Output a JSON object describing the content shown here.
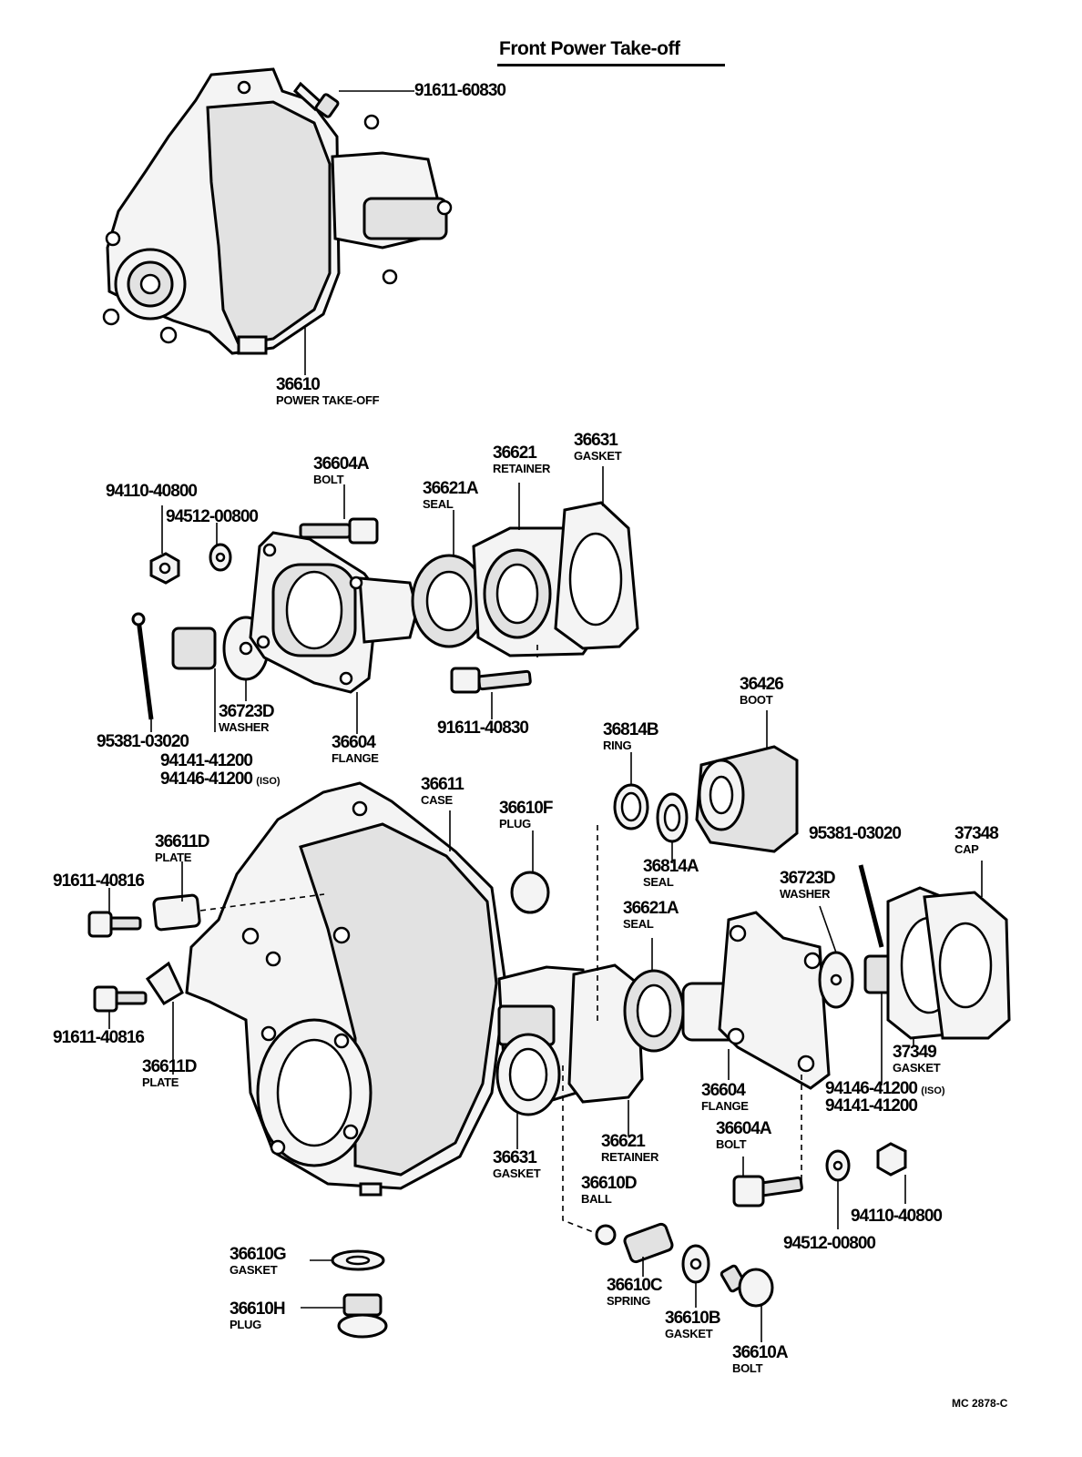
{
  "title": "Front Power Take-off",
  "drawing_code": "MC 2878-C",
  "labels": [
    {
      "id": "l01",
      "pn": "91611-60830",
      "name": ""
    },
    {
      "id": "l02",
      "pn": "36610",
      "name": "POWER TAKE-OFF"
    },
    {
      "id": "l03",
      "pn": "36604A",
      "name": "BOLT"
    },
    {
      "id": "l04",
      "pn": "36621",
      "name": "RETAINER"
    },
    {
      "id": "l05",
      "pn": "36631",
      "name": "GASKET"
    },
    {
      "id": "l06",
      "pn": "94110-40800",
      "name": ""
    },
    {
      "id": "l07",
      "pn": "94512-00800",
      "name": ""
    },
    {
      "id": "l08",
      "pn": "36621A",
      "name": "SEAL"
    },
    {
      "id": "l09",
      "pn": "36723D",
      "name": "WASHER"
    },
    {
      "id": "l10",
      "pn": "95381-03020",
      "name": ""
    },
    {
      "id": "l11",
      "pn": "94141-41200",
      "name": ""
    },
    {
      "id": "l12",
      "pn": "94146-41200",
      "iso": "(ISO)",
      "name": ""
    },
    {
      "id": "l13",
      "pn": "36604",
      "name": "FLANGE"
    },
    {
      "id": "l14",
      "pn": "91611-40830",
      "name": ""
    },
    {
      "id": "l15",
      "pn": "36426",
      "name": "BOOT"
    },
    {
      "id": "l16",
      "pn": "36814B",
      "name": "RING"
    },
    {
      "id": "l17",
      "pn": "36611",
      "name": "CASE"
    },
    {
      "id": "l18",
      "pn": "36610F",
      "name": "PLUG"
    },
    {
      "id": "l19",
      "pn": "36611D",
      "name": "PLATE"
    },
    {
      "id": "l20",
      "pn": "91611-40816",
      "name": ""
    },
    {
      "id": "l21",
      "pn": "36814A",
      "name": "SEAL"
    },
    {
      "id": "l22",
      "pn": "95381-03020",
      "name": ""
    },
    {
      "id": "l23",
      "pn": "37348",
      "name": "CAP"
    },
    {
      "id": "l24",
      "pn": "36723D",
      "name": "WASHER"
    },
    {
      "id": "l25",
      "pn": "36621A",
      "name": "SEAL"
    },
    {
      "id": "l26",
      "pn": "91611-40816",
      "name": ""
    },
    {
      "id": "l27",
      "pn": "36611D",
      "name": "PLATE"
    },
    {
      "id": "l28",
      "pn": "37349",
      "name": "GASKET"
    },
    {
      "id": "l29",
      "pn": "94146-41200",
      "iso": "(ISO)",
      "name": ""
    },
    {
      "id": "l30",
      "pn": "94141-41200",
      "name": ""
    },
    {
      "id": "l31",
      "pn": "36604",
      "name": "FLANGE"
    },
    {
      "id": "l32",
      "pn": "36604A",
      "name": "BOLT"
    },
    {
      "id": "l33",
      "pn": "36621",
      "name": "RETAINER"
    },
    {
      "id": "l34",
      "pn": "36631",
      "name": "GASKET"
    },
    {
      "id": "l35",
      "pn": "36610D",
      "name": "BALL"
    },
    {
      "id": "l36",
      "pn": "94110-40800",
      "name": ""
    },
    {
      "id": "l37",
      "pn": "94512-00800",
      "name": ""
    },
    {
      "id": "l38",
      "pn": "36610G",
      "name": "GASKET"
    },
    {
      "id": "l39",
      "pn": "36610C",
      "name": "SPRING"
    },
    {
      "id": "l40",
      "pn": "36610H",
      "name": "PLUG"
    },
    {
      "id": "l41",
      "pn": "36610B",
      "name": "GASKET"
    },
    {
      "id": "l42",
      "pn": "36610A",
      "name": "BOLT"
    }
  ]
}
